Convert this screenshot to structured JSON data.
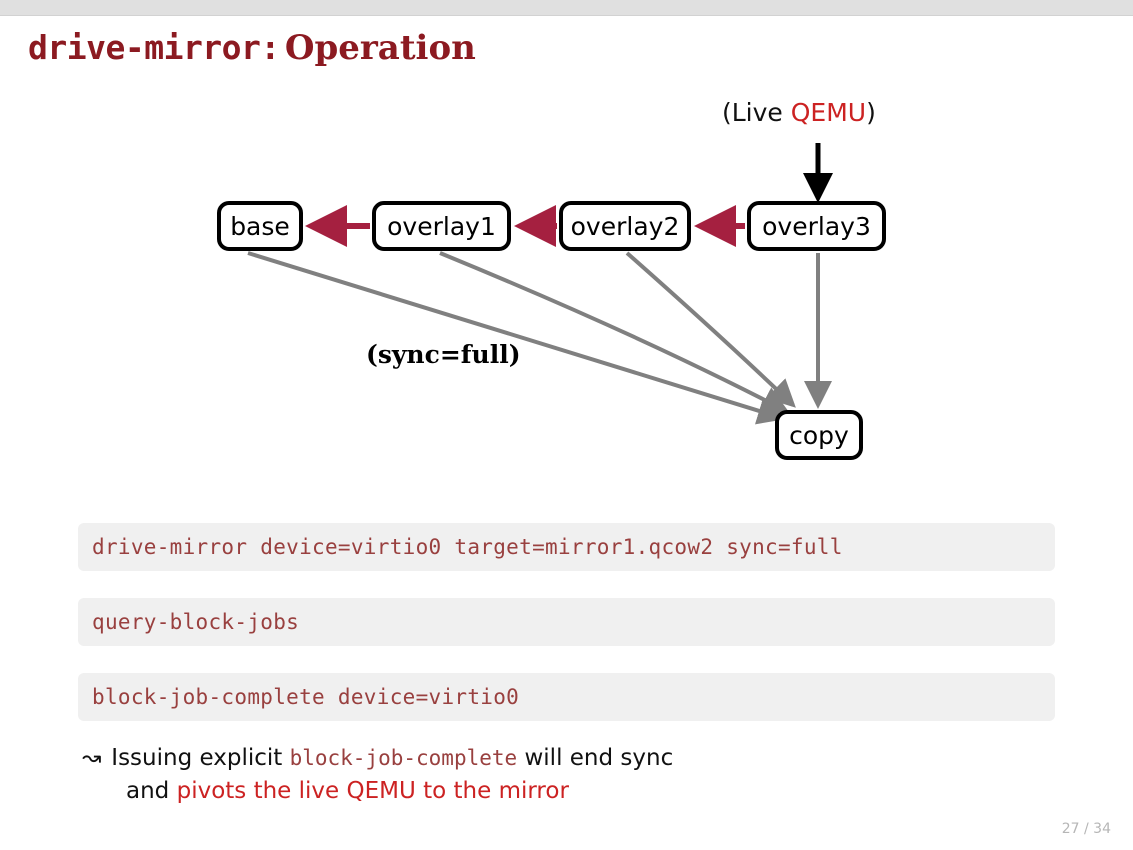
{
  "slide": {
    "title_mono": "drive-mirror:",
    "title_serif": "Operation",
    "page_number": "27 / 34",
    "colors": {
      "title_red": "#8c1a21",
      "code_red": "#99403f",
      "accent_red": "#cc2222",
      "arrow_red": "#a52040",
      "arrow_gray": "#808080",
      "code_bg": "#f0f0f0",
      "header_bar": "#e0e0e0"
    }
  },
  "diagram": {
    "live_label": {
      "prefix": "(Live ",
      "highlight": "QEMU",
      "suffix": ")"
    },
    "sync_label": "(sync=full)",
    "nodes": [
      {
        "id": "base",
        "label": "base"
      },
      {
        "id": "overlay1",
        "label": "overlay1"
      },
      {
        "id": "overlay2",
        "label": "overlay2"
      },
      {
        "id": "overlay3",
        "label": "overlay3"
      },
      {
        "id": "copy",
        "label": "copy"
      }
    ],
    "edges": [
      {
        "from": "overlay1",
        "to": "base",
        "color": "red",
        "style": "straight"
      },
      {
        "from": "overlay2",
        "to": "overlay1",
        "color": "red",
        "style": "straight"
      },
      {
        "from": "overlay3",
        "to": "overlay2",
        "color": "red",
        "style": "straight"
      },
      {
        "from": "live-qemu",
        "to": "overlay3",
        "color": "black",
        "style": "straight"
      },
      {
        "from": "base",
        "to": "copy",
        "color": "gray",
        "style": "curve"
      },
      {
        "from": "overlay1",
        "to": "copy",
        "color": "gray",
        "style": "curve"
      },
      {
        "from": "overlay2",
        "to": "copy",
        "color": "gray",
        "style": "curve"
      },
      {
        "from": "overlay3",
        "to": "copy",
        "color": "gray",
        "style": "straight"
      }
    ]
  },
  "code_blocks": [
    "drive-mirror device=virtio0 target=mirror1.qcow2 sync=full",
    "query-block-jobs",
    "block-job-complete device=virtio0"
  ],
  "bullet": {
    "glyph": "↝",
    "part1": "Issuing explicit ",
    "mono": "block-job-complete",
    "part2": " will end sync",
    "part3": "and ",
    "part4": "pivots the live QEMU to the mirror"
  }
}
